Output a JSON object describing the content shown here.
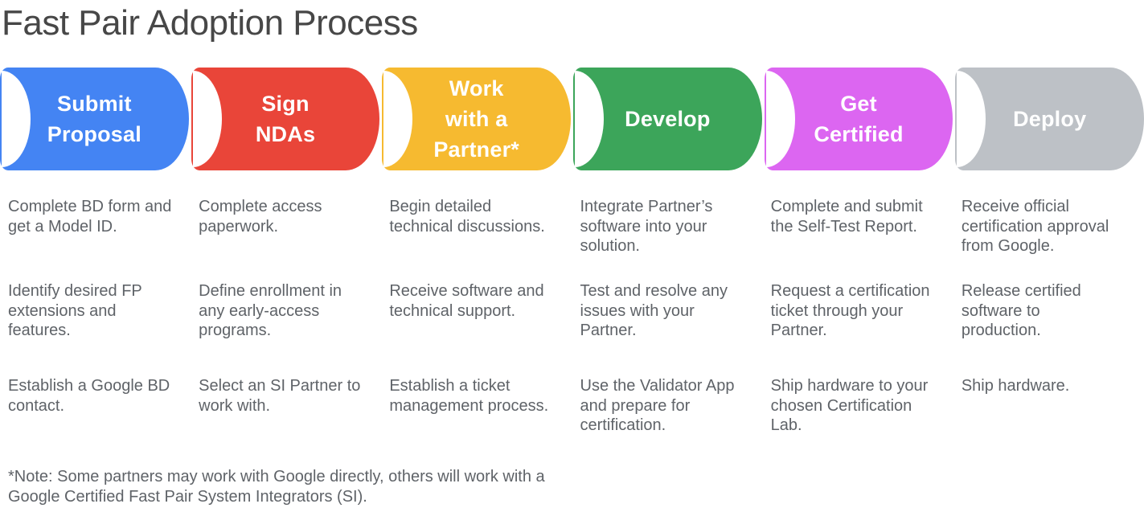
{
  "title": "Fast Pair Adoption Process",
  "colors": {
    "heading_text": "#474747",
    "body_text": "#5F6368",
    "stage_blue": "#4484F3",
    "stage_red": "#E94539",
    "stage_yellow": "#F6BA30",
    "stage_green": "#3CA55A",
    "stage_magenta": "#DC66F1",
    "stage_gray": "#BDC1C6"
  },
  "stages": [
    {
      "id": "submit-proposal",
      "label": "Submit\nProposal",
      "color": "#4484F3",
      "items": [
        "Complete BD form and\nget a Model ID.",
        "Identify desired FP\nextensions and\nfeatures.",
        "Establish a Google BD\ncontact."
      ]
    },
    {
      "id": "sign-ndas",
      "label": "Sign\nNDAs",
      "color": "#E94539",
      "items": [
        "Complete access\npaperwork.",
        "Define enrollment in\nany early-access\nprograms.",
        "Select an SI Partner to\nwork with."
      ]
    },
    {
      "id": "work-with-partner",
      "label": "Work\nwith a\nPartner*",
      "color": "#F6BA30",
      "items": [
        "Begin detailed\ntechnical discussions.",
        "Receive software and\ntechnical support.",
        "Establish a ticket\nmanagement process."
      ]
    },
    {
      "id": "develop",
      "label": "Develop",
      "color": "#3CA55A",
      "items": [
        "Integrate Partner’s\nsoftware into your\nsolution.",
        "Test and resolve any\nissues with your\nPartner.",
        "Use the Validator App\nand prepare for\ncertification."
      ]
    },
    {
      "id": "get-certified",
      "label": "Get\nCertified",
      "color": "#DC66F1",
      "items": [
        "Complete and submit\nthe Self-Test Report.",
        "Request a certification\nticket through your\nPartner.",
        "Ship hardware to your\nchosen Certification\nLab."
      ]
    },
    {
      "id": "deploy",
      "label": "Deploy",
      "color": "#BDC1C6",
      "items": [
        "Receive official\ncertification approval\nfrom Google.",
        "Release certified\nsoftware to\nproduction.",
        "Ship hardware."
      ]
    }
  ],
  "note": "*Note: Some partners may work with Google directly, others will work with a\nGoogle Certified Fast Pair System Integrators (SI)."
}
